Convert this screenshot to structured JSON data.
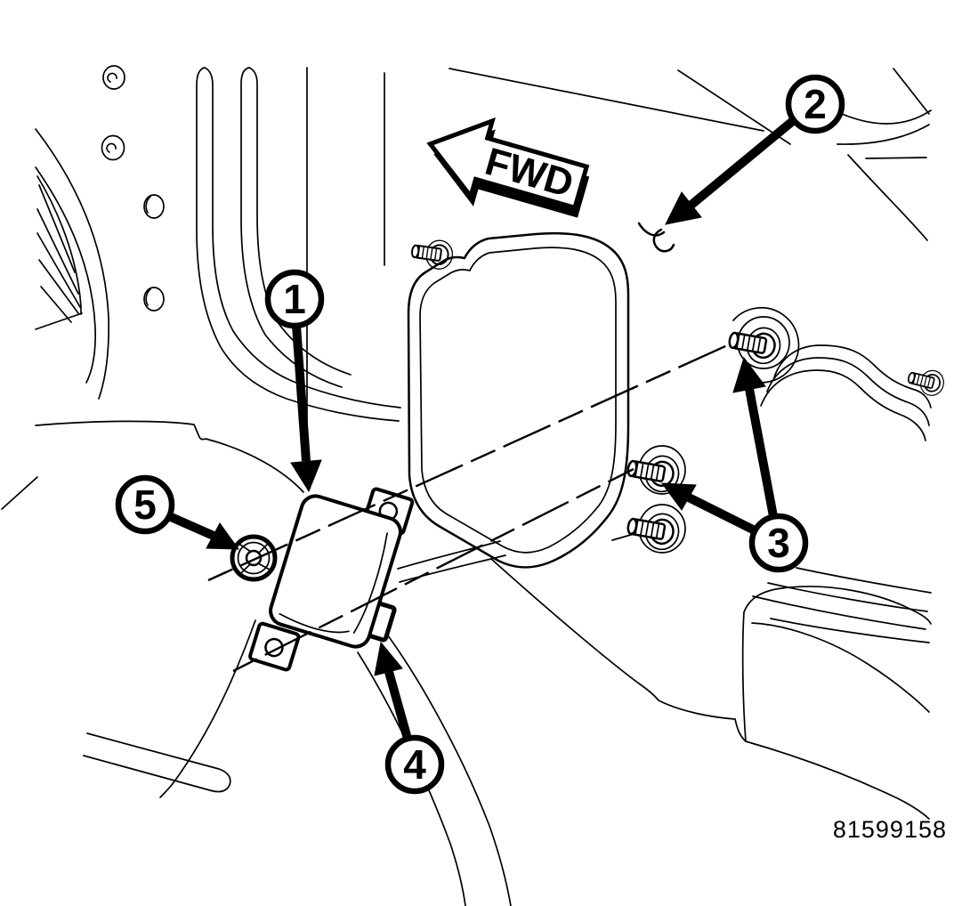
{
  "diagram": {
    "background_color": "#ffffff",
    "line_color": "#000000",
    "direction_arrow": {
      "label": "FWD"
    },
    "part_number": "81599158",
    "callouts": [
      {
        "label": "1"
      },
      {
        "label": "2"
      },
      {
        "label": "3"
      },
      {
        "label": "4"
      },
      {
        "label": "5"
      }
    ]
  }
}
